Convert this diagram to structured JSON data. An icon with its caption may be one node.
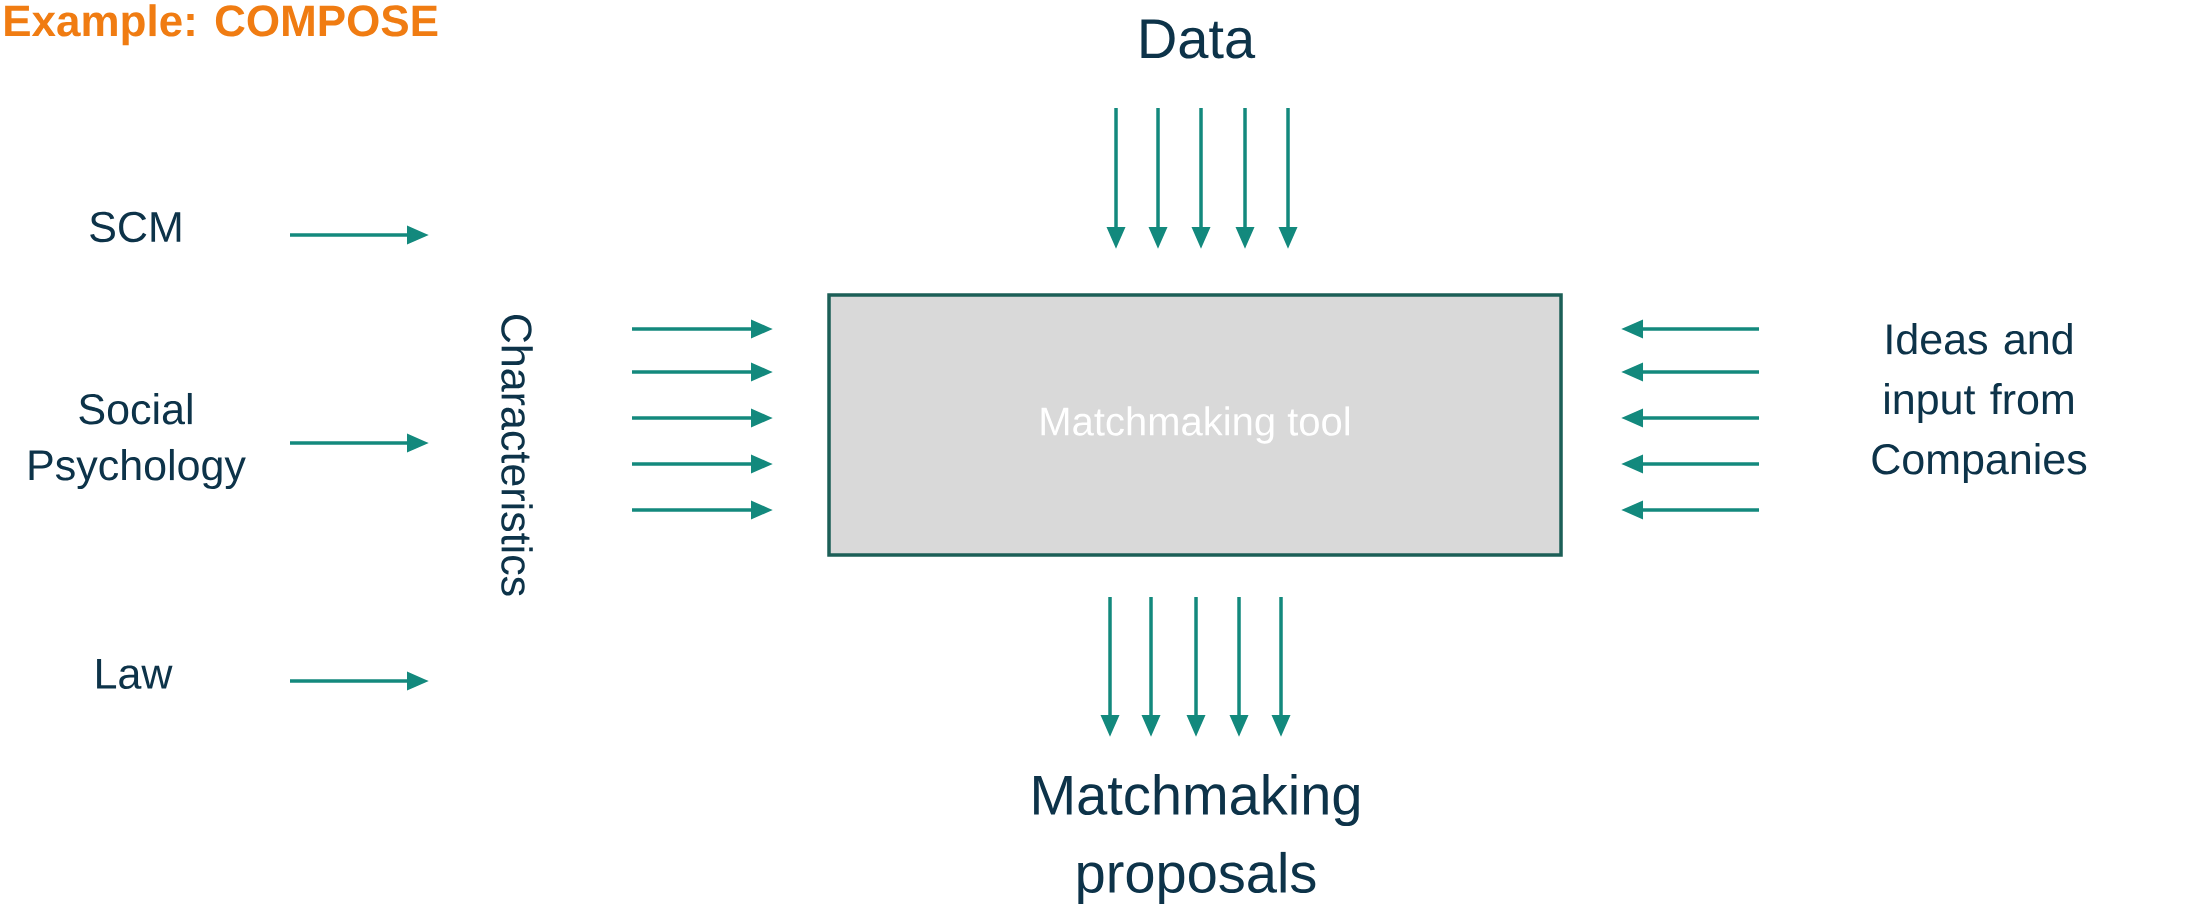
{
  "diagram": {
    "title": "Example: COMPOSE",
    "nodes": [
      {
        "text": [
          "SCM"
        ]
      },
      {
        "text": [
          "Social Psychology"
        ]
      },
      {
        "text": [
          "Law"
        ]
      },
      {
        "text": [
          "Characteristics"
        ]
      },
      {
        "text": [
          "Matchmaking tool"
        ]
      },
      {
        "text": [
          "Data"
        ]
      },
      {
        "text": [
          "Ideas and input from Companies"
        ]
      },
      {
        "text": [
          "Matchmaking proposals"
        ]
      }
    ],
    "edges": [
      {
        "from": 0,
        "to": 3,
        "arrow": "to"
      },
      {
        "from": 1,
        "to": 3,
        "arrow": "to"
      },
      {
        "from": 2,
        "to": 3,
        "arrow": "to"
      },
      {
        "from": 3,
        "to": 4,
        "arrow": "to"
      },
      {
        "from": 3,
        "to": 4,
        "arrow": "to"
      },
      {
        "from": 3,
        "to": 4,
        "arrow": "to"
      },
      {
        "from": 3,
        "to": 4,
        "arrow": "to"
      },
      {
        "from": 3,
        "to": 4,
        "arrow": "to"
      },
      {
        "from": 5,
        "to": 4,
        "arrow": "to"
      },
      {
        "from": 5,
        "to": 4,
        "arrow": "to"
      },
      {
        "from": 5,
        "to": 4,
        "arrow": "to"
      },
      {
        "from": 5,
        "to": 4,
        "arrow": "to"
      },
      {
        "from": 5,
        "to": 4,
        "arrow": "to"
      },
      {
        "from": 6,
        "to": 4,
        "arrow": "to"
      },
      {
        "from": 6,
        "to": 4,
        "arrow": "to"
      },
      {
        "from": 6,
        "to": 4,
        "arrow": "to"
      },
      {
        "from": 6,
        "to": 4,
        "arrow": "to"
      },
      {
        "from": 6,
        "to": 4,
        "arrow": "to"
      },
      {
        "from": 4,
        "to": 7,
        "arrow": "to"
      },
      {
        "from": 4,
        "to": 7,
        "arrow": "to"
      },
      {
        "from": 4,
        "to": 7,
        "arrow": "to"
      },
      {
        "from": 4,
        "to": 7,
        "arrow": "to"
      },
      {
        "from": 4,
        "to": 7,
        "arrow": "to"
      }
    ]
  }
}
